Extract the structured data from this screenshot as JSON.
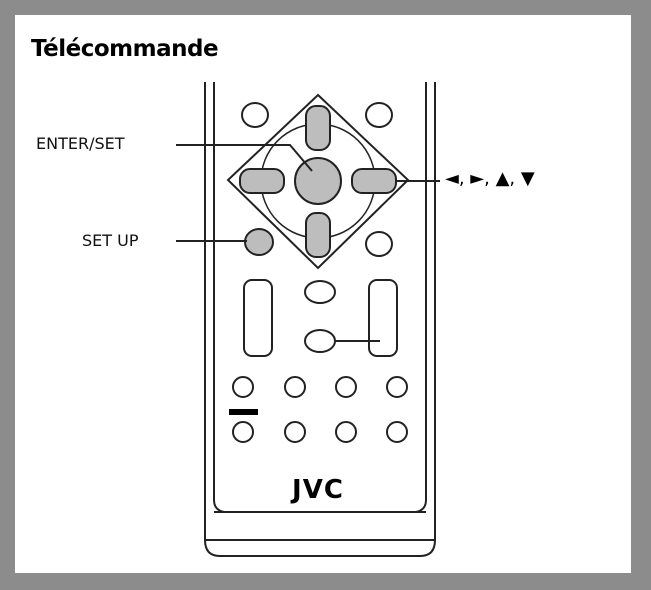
{
  "title": "Télécommande",
  "callouts": {
    "enter_set": "ENTER/SET",
    "set_up": "SET UP",
    "arrows": "◄, ►, ▲, ▼"
  },
  "brand": "JVC",
  "colors": {
    "frame": "#8c8c8c",
    "highlight_button": "#bdbdbd",
    "outline": "#222222"
  }
}
